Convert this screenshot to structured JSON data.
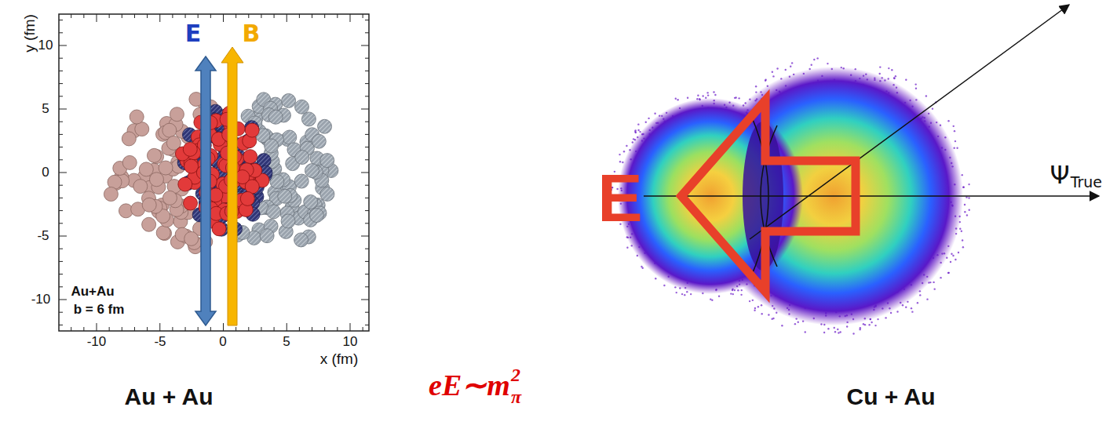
{
  "diagram": {
    "labels": [
      "y (fm)",
      "10",
      "5",
      "0",
      "-5",
      "-10",
      "E",
      "B",
      "Au+Au",
      "b = 6 fm",
      "-10",
      "-5",
      "0",
      "5",
      "10",
      "x (fm)",
      "Au + Au",
      "eE∼m",
      "2",
      "π",
      "E",
      "Ψ",
      "True",
      "Cu + Au"
    ]
  }
}
